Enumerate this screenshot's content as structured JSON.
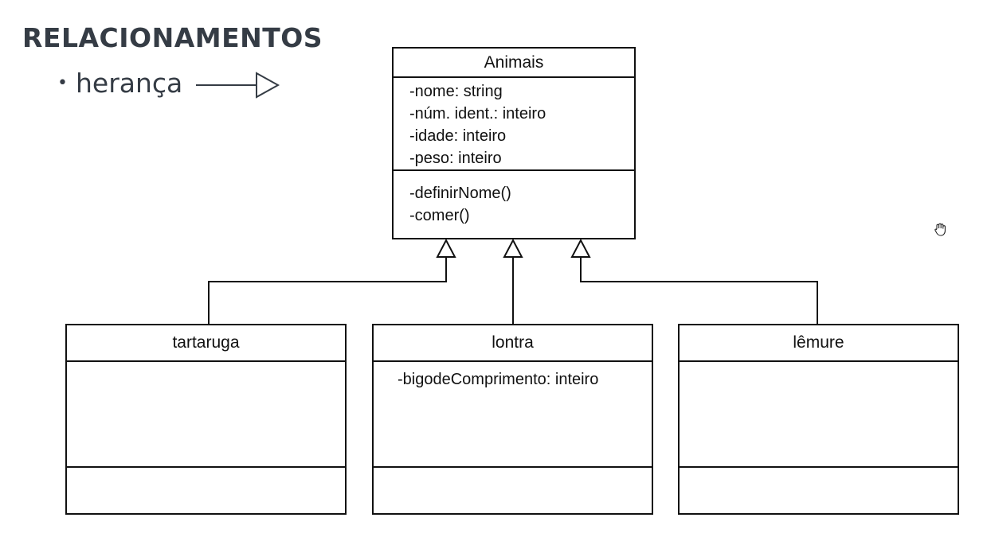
{
  "header": {
    "title": "RELACIONAMENTOS",
    "bullet": "•",
    "bullet_text": "herança"
  },
  "diagram": {
    "parent": {
      "name": "Animais",
      "attributes": [
        "-nome: string",
        "-núm. ident.: inteiro",
        "-idade: inteiro",
        "-peso: inteiro"
      ],
      "methods": [
        "-definirNome()",
        "-comer()"
      ]
    },
    "children": [
      {
        "name": "tartaruga",
        "attributes": []
      },
      {
        "name": "lontra",
        "attributes": [
          "-bigodeComprimento: inteiro"
        ]
      },
      {
        "name": "lêmure",
        "attributes": []
      }
    ]
  },
  "colors": {
    "title": "#353c45",
    "lines": "#111111"
  },
  "icons": {
    "cursor": "hand-grab-icon",
    "legend": "inheritance-arrow-icon"
  }
}
